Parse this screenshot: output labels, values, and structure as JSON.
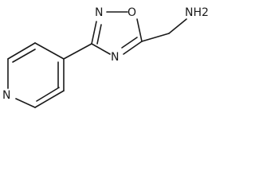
{
  "structure": {
    "atoms": {
      "ring_nitrogen": "N",
      "oxadiazole_n2": "N",
      "oxadiazole_o1": "O",
      "oxadiazole_n4": "N",
      "amine": "NH2"
    },
    "colors": {
      "bond": "#1a1a1a",
      "label": "#1a1a1a",
      "background": "#ffffff"
    }
  }
}
